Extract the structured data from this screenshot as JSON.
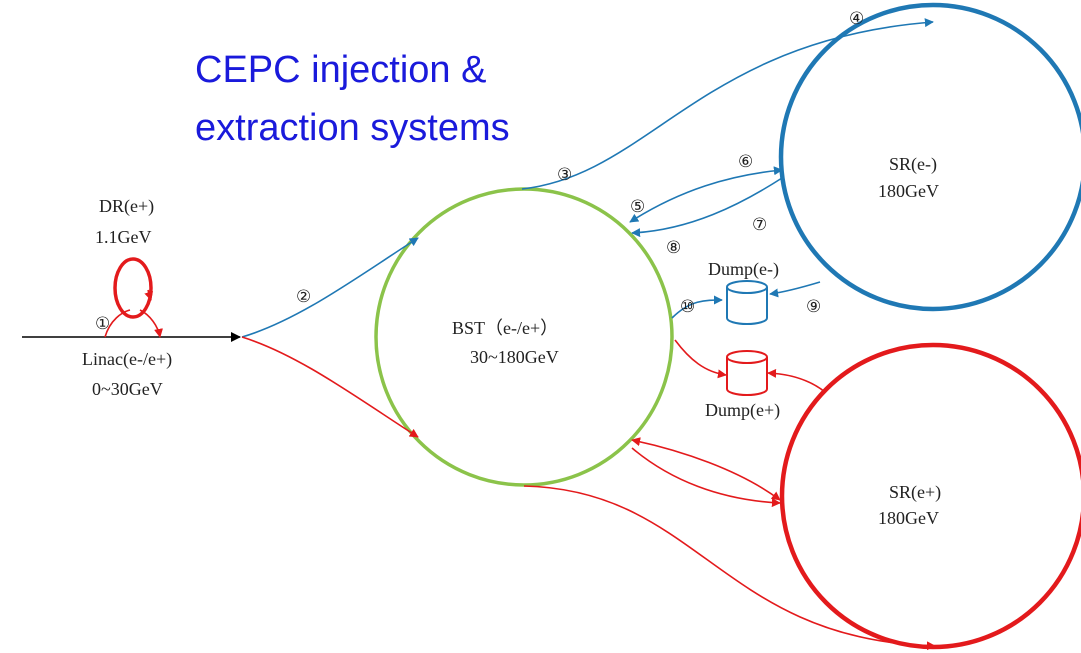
{
  "title": {
    "line1": "CEPC injection &",
    "line2": "extraction systems"
  },
  "colors": {
    "title": "#1a1adb",
    "electron": "#1f78b4",
    "positron": "#e31a1c",
    "booster": "#8bc34a",
    "linac": "#000000"
  },
  "linac": {
    "name": "Linac(e-/e+)",
    "energy": "0~30GeV"
  },
  "damping_ring": {
    "name": "DR(e+)",
    "energy": "1.1GeV"
  },
  "booster": {
    "name": "BST（e-/e+）",
    "energy": "30~180GeV"
  },
  "sr_electron": {
    "name": "SR(e-)",
    "energy": "180GeV"
  },
  "sr_positron": {
    "name": "SR(e+)",
    "energy": "180GeV"
  },
  "dump_electron": {
    "name": "Dump(e-)"
  },
  "dump_positron": {
    "name": "Dump(e+)"
  },
  "markers": {
    "m1": "①",
    "m2": "②",
    "m3": "③",
    "m4": "④",
    "m5": "⑤",
    "m6": "⑥",
    "m7": "⑦",
    "m8": "⑧",
    "m9": "⑨",
    "m10": "⑩"
  }
}
